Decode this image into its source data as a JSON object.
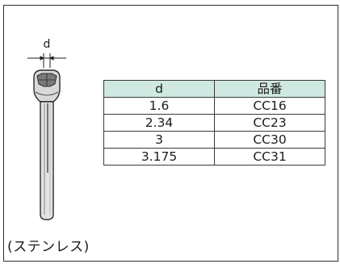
{
  "figure": {
    "dimension_label": "d",
    "material_label": "(ステンレス)"
  },
  "table": {
    "headers": [
      "d",
      "品番"
    ],
    "rows": [
      [
        "1.6",
        "CC16"
      ],
      [
        "2.34",
        "CC23"
      ],
      [
        "3",
        "CC30"
      ],
      [
        "3.175",
        "CC31"
      ]
    ],
    "header_color": "#cfe8e2"
  }
}
